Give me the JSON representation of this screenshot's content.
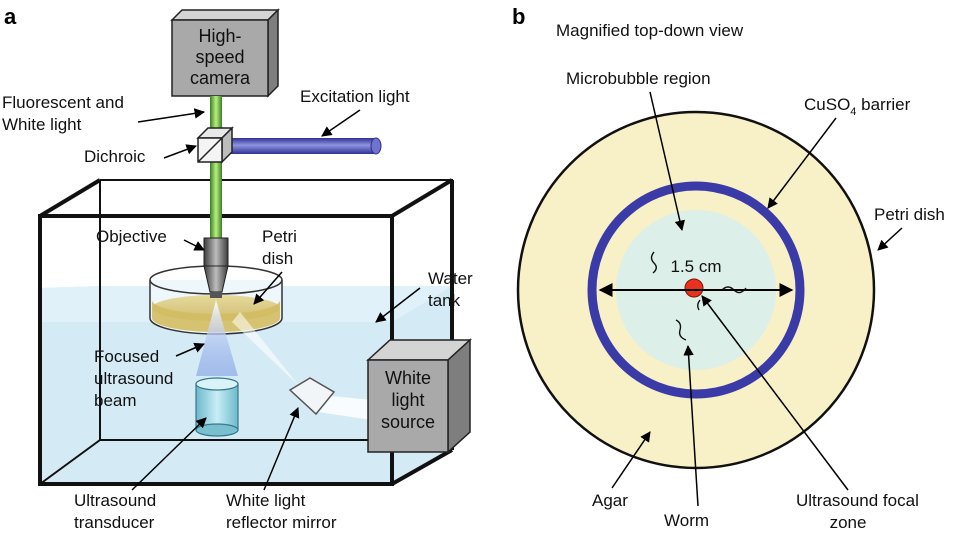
{
  "panels": {
    "a": "a",
    "b": "b"
  },
  "setup": {
    "camera": [
      "High-",
      "speed",
      "camera"
    ],
    "fluorescent": [
      "Fluorescent and",
      "White light"
    ],
    "excitation": "Excitation light",
    "dichroic": "Dichroic",
    "objective": "Objective",
    "petri": [
      "Petri",
      "dish"
    ],
    "water_tank": [
      "Water",
      "tank"
    ],
    "focused": [
      "Focused",
      "ultrasound",
      "beam"
    ],
    "white_source": [
      "White",
      "light",
      "source"
    ],
    "transducer": [
      "Ultrasound",
      "transducer"
    ],
    "mirror": [
      "White light",
      "reflector mirror"
    ]
  },
  "topview": {
    "title": "Magnified top-down view",
    "microbubble": "Microbubble region",
    "cuso4_prefix": "CuSO",
    "cuso4_sub": "4",
    "cuso4_suffix": " barrier",
    "petri": "Petri dish",
    "scale": "1.5 cm",
    "agar": "Agar",
    "worm": "Worm",
    "focal": [
      "Ultrasound focal",
      "zone"
    ]
  },
  "colors": {
    "water": "#cfe9f5",
    "camera_box": "#a9a9a9",
    "green_beam": "#8fd14f",
    "blue_beam": "#5a5ec0",
    "agar": "#f8f1c8",
    "barrier": "#3b3ba8",
    "microbubble": "#dcefe8",
    "focal_dot": "#e8321e"
  }
}
